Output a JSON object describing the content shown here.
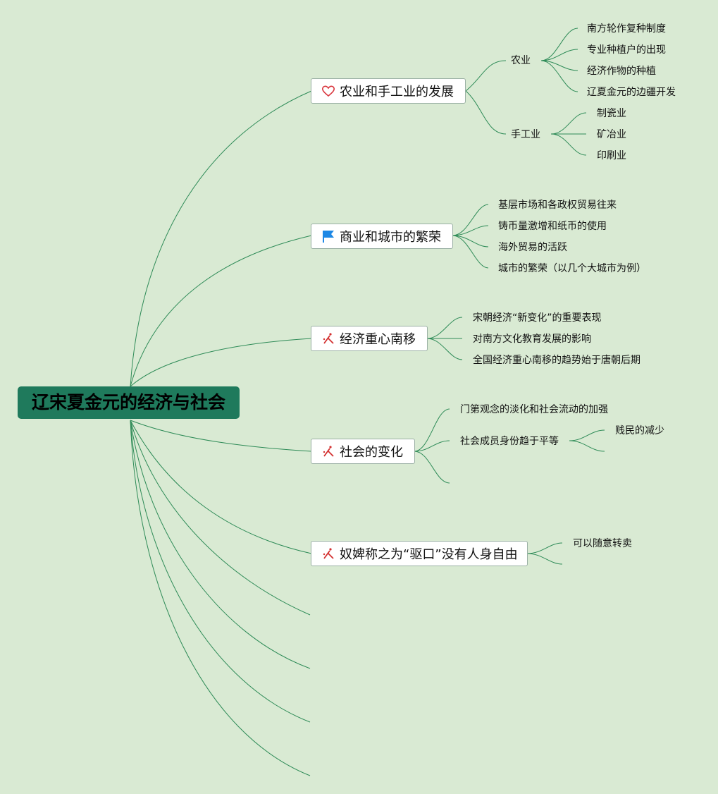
{
  "root": {
    "label": "辽宋夏金元的经济与社会"
  },
  "topics": [
    {
      "label": "农业和手工业的发展",
      "icon": "heart-icon",
      "groups": [
        {
          "label": "农业",
          "items": [
            "南方轮作复种制度",
            "专业种植户的出现",
            "经济作物的种植",
            "辽夏金元的边疆开发"
          ]
        },
        {
          "label": "手工业",
          "items": [
            "制瓷业",
            "矿冶业",
            "印刷业"
          ]
        }
      ]
    },
    {
      "label": "商业和城市的繁荣",
      "icon": "flag-icon",
      "items": [
        "基层市场和各政权贸易往来",
        "铸币量激增和纸币的使用",
        "海外贸易的活跃",
        "城市的繁荣（以几个大城市为例）"
      ]
    },
    {
      "label": "经济重心南移",
      "icon": "tools-icon",
      "items": [
        "宋朝经济“新变化”的重要表现",
        "对南方文化教育发展的影响",
        "全国经济重心南移的趋势始于唐朝后期"
      ]
    },
    {
      "label": "社会的变化",
      "icon": "tools-icon",
      "items": [
        "门第观念的淡化和社会流动的加强",
        "社会成员身份趋于平等"
      ],
      "subitems": [
        "贱民的减少"
      ]
    },
    {
      "label": "奴婢称之为“驱口”没有人身自由",
      "icon": "tools-icon",
      "items": [
        "可以随意转卖"
      ]
    }
  ],
  "colors": {
    "background": "#d9ead3",
    "root_fill": "#1f7a5c",
    "link": "#2e8b57",
    "heart": "#d9363e",
    "flag": "#1e88e5",
    "tools": "#d32f2f"
  }
}
